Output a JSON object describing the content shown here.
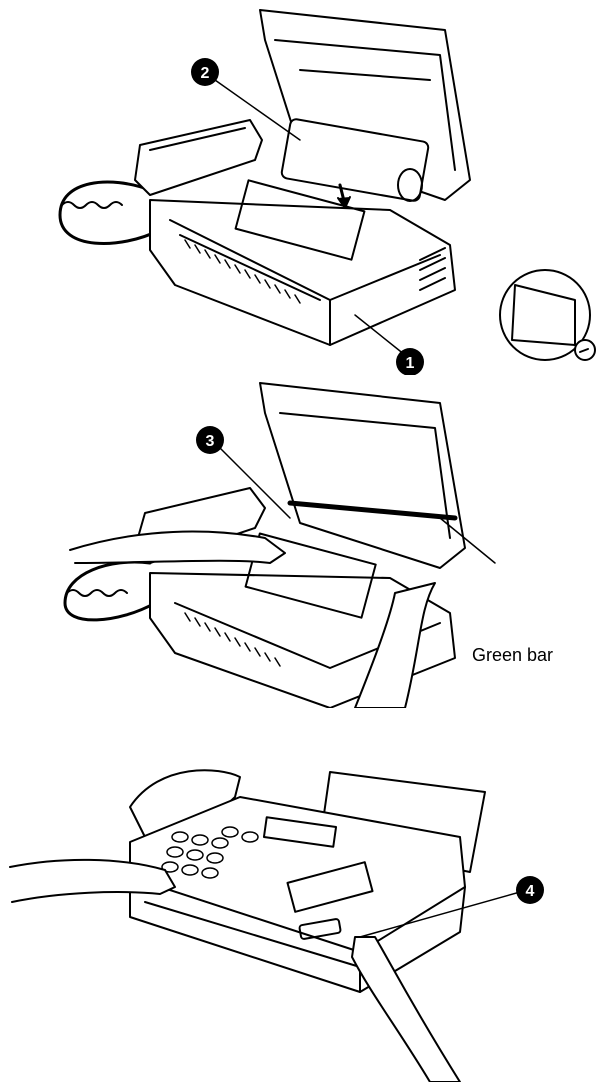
{
  "callouts": {
    "c1": "1",
    "c2": "2",
    "c3": "3",
    "c4": "4"
  },
  "labels": {
    "green_bar": "Green bar"
  },
  "colors": {
    "ink": "#000000",
    "paper": "#ffffff"
  }
}
